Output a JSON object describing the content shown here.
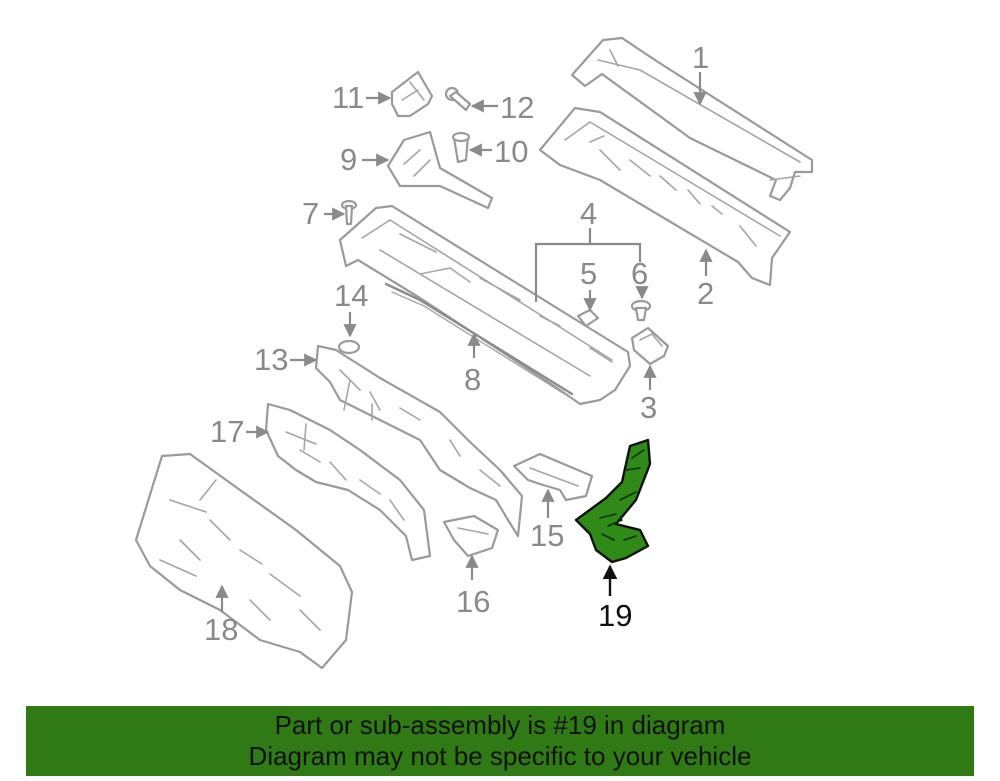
{
  "colors": {
    "highlight_part_fill": "#2f8a17",
    "banner_background": "#2f7a14",
    "callout_text": "#8a8a8a",
    "highlight_text": "#111111"
  },
  "highlighted_part": "19",
  "callouts": {
    "c1": "1",
    "c2": "2",
    "c3": "3",
    "c4": "4",
    "c5": "5",
    "c6": "6",
    "c7": "7",
    "c8": "8",
    "c9": "9",
    "c10": "10",
    "c11": "11",
    "c12": "12",
    "c13": "13",
    "c14": "14",
    "c15": "15",
    "c16": "16",
    "c17": "17",
    "c18": "18",
    "c19": "19"
  },
  "banner": {
    "line1": "Part or sub-assembly is #19 in diagram",
    "line2": "Diagram may not be specific to your vehicle"
  }
}
